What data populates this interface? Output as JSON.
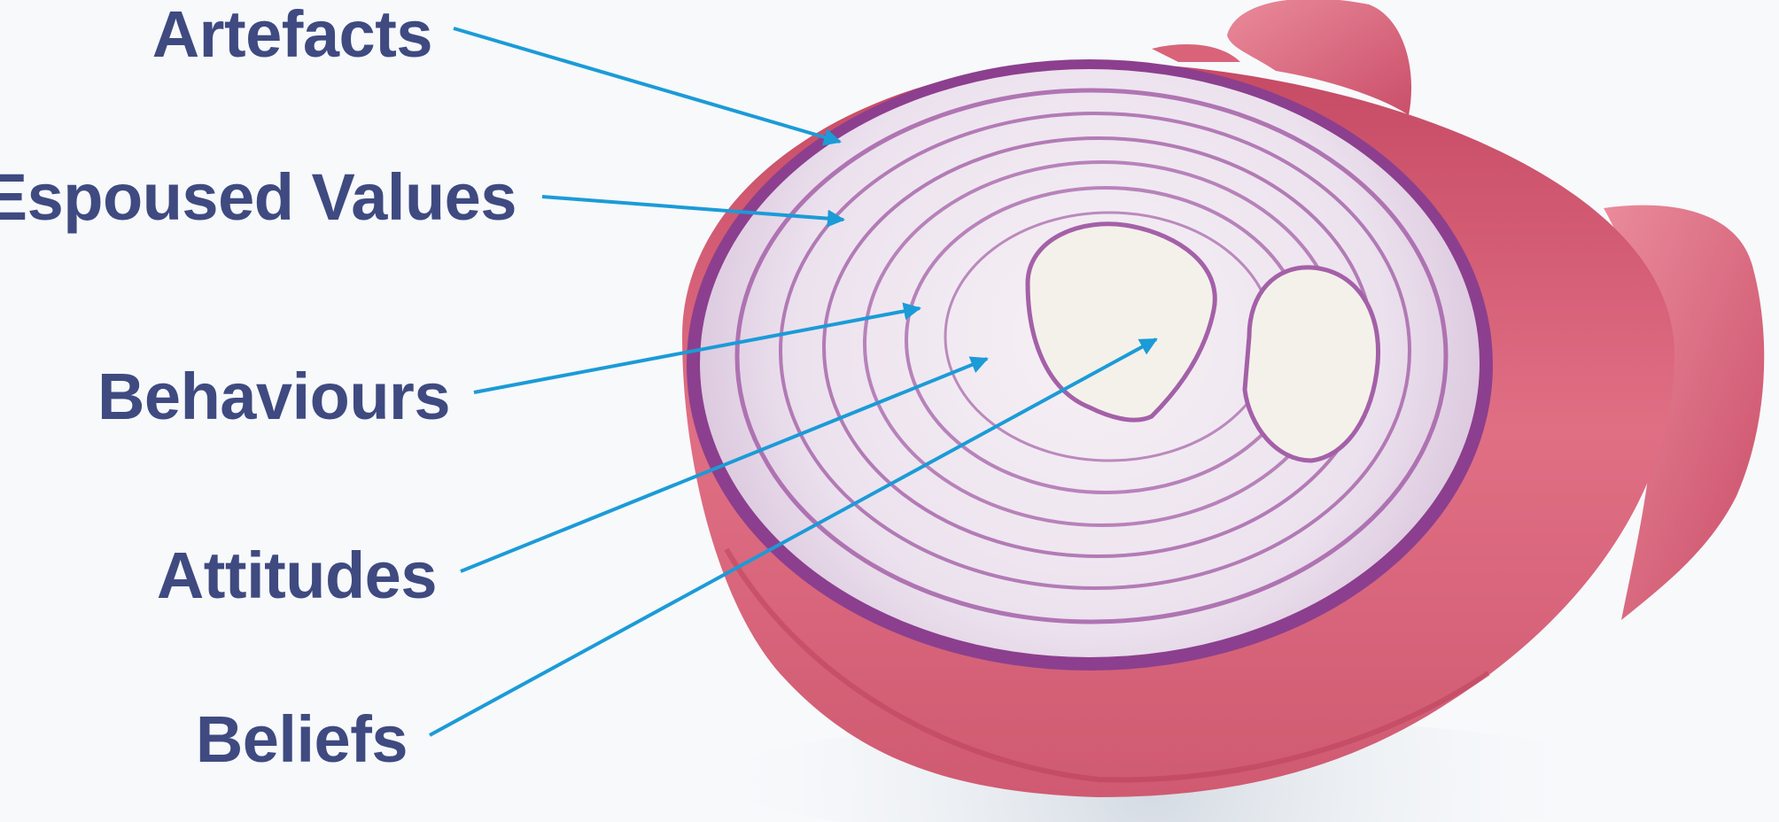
{
  "colors": {
    "label": "#3f4a80",
    "arrow": "#1b9bd7",
    "background": "#f7f9fb",
    "onion_skin": "#d9566f",
    "onion_flesh": "#ece4f0",
    "onion_ring": "#a460a8"
  },
  "labels": {
    "artefacts": "Artefacts",
    "espoused_values": "Espoused Values",
    "behaviours": "Behaviours",
    "attitudes": "Attitudes",
    "beliefs": "Beliefs"
  }
}
